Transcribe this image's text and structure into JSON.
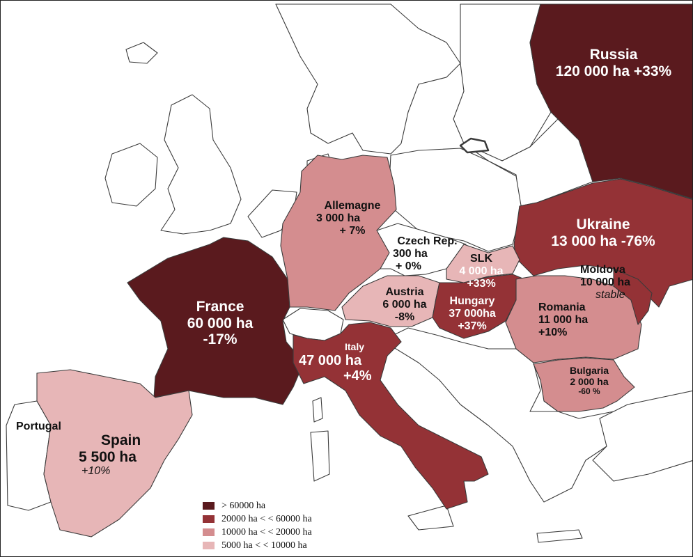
{
  "colors": {
    "over_60000": "#5a1a1e",
    "range_20000_60000": "#943236",
    "range_10000_20000": "#d48d8f",
    "range_5000_10000": "#e7b6b7",
    "none": "#ffffff"
  },
  "countries": {
    "russia": {
      "name": "Russia",
      "area": "120 000 ha",
      "change": "+33%",
      "class": "over_60000"
    },
    "ukraine": {
      "name": "Ukraine",
      "area": "13 000 ha",
      "change": "-76%",
      "class": "range_20000_60000"
    },
    "france": {
      "name": "France",
      "area": "60 000 ha",
      "change": "-17%",
      "class": "over_60000"
    },
    "italy": {
      "name": "Italy",
      "area": "47 000 ha",
      "change": "+4%",
      "class": "range_20000_60000"
    },
    "hungary": {
      "name": "Hungary",
      "area": "37 000ha",
      "change": "+37%",
      "class": "range_20000_60000"
    },
    "germany": {
      "name": "Allemagne",
      "area": "3 000 ha",
      "change": "+ 7%",
      "class": "range_10000_20000"
    },
    "romania": {
      "name": "Romania",
      "area": "11 000 ha",
      "change": "+10%",
      "class": "range_10000_20000"
    },
    "bulgaria": {
      "name": "Bulgaria",
      "area": "2 000 ha",
      "change": "-60 %",
      "class": "range_10000_20000"
    },
    "moldova": {
      "name": "Moldova",
      "area": "10 000 ha",
      "change": "stable",
      "class": "range_20000_60000"
    },
    "austria": {
      "name": "Austria",
      "area": "6 000 ha",
      "change": "-8%",
      "class": "range_5000_10000"
    },
    "slovakia": {
      "name": "SLK",
      "area": "4 000 ha",
      "change": "+33%",
      "class": "range_5000_10000"
    },
    "spain": {
      "name": "Spain",
      "area": "5 500 ha",
      "change": "+10%",
      "class": "range_5000_10000"
    },
    "czech": {
      "name": "Czech Rep.",
      "area": "300 ha",
      "change": "+ 0%",
      "class": "none"
    },
    "portugal": {
      "name": "Portugal",
      "class": "none"
    }
  },
  "legend": [
    {
      "label": "> 60000 ha",
      "class": "over_60000"
    },
    {
      "label": "20000 ha < < 60000 ha",
      "class": "range_20000_60000"
    },
    {
      "label": "10000 ha < < 20000 ha",
      "class": "range_10000_20000"
    },
    {
      "label": "5000 ha < < 10000  ha",
      "class": "range_5000_10000"
    }
  ]
}
